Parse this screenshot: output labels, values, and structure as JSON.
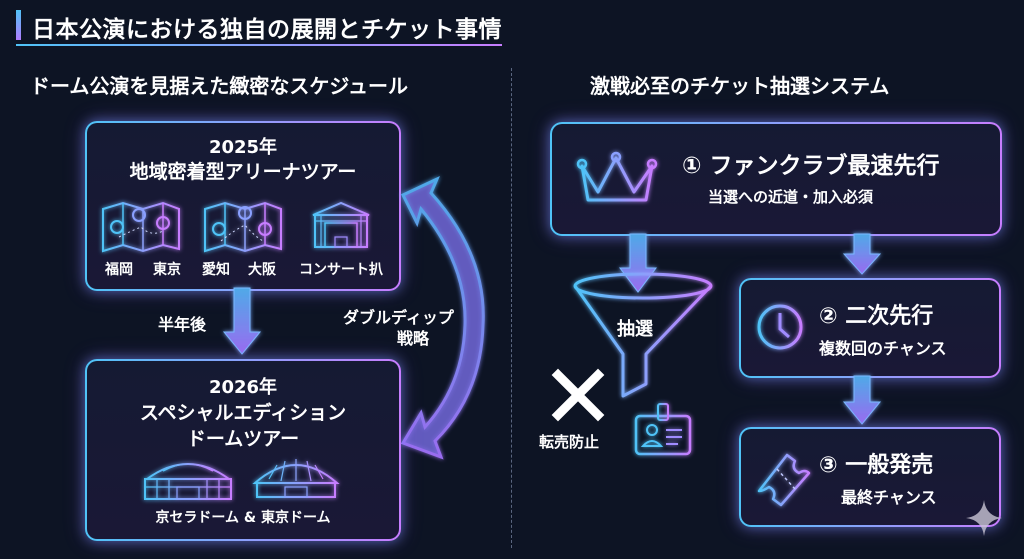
{
  "title": "日本公演における独自の展開とチケット事情",
  "left": {
    "heading": "ドーム公演を見据えた緻密なスケジュール",
    "box1": {
      "year": "2025年",
      "name": "地域密着型アリーナツアー",
      "cities": [
        "福岡",
        "東京",
        "愛知",
        "大阪"
      ],
      "venue_label": "コンサート扒"
    },
    "arrow_label": "半年後",
    "curve_label_line1": "ダブルディップ",
    "curve_label_line2": "戦略",
    "box2": {
      "year": "2026年",
      "name_line1": "スペシャルエディション",
      "name_line2": "ドームツアー",
      "venues": "京セラドーム & 東京ドーム"
    }
  },
  "right": {
    "heading": "激戦必至のチケット抽選システム",
    "step1": {
      "title": "① ファンクラブ最速先行",
      "sub": "当選への近道・加入必須"
    },
    "funnel_label": "抽選",
    "anti_resale_label": "転売防止",
    "step2": {
      "title": "② 二次先行",
      "sub": "複数回のチャンス"
    },
    "step3": {
      "title": "③ 一般発売",
      "sub": "最終チャンス"
    }
  },
  "colors": {
    "cyan": "#4fc3f7",
    "purple": "#c77dff",
    "background": "#0d1424"
  }
}
